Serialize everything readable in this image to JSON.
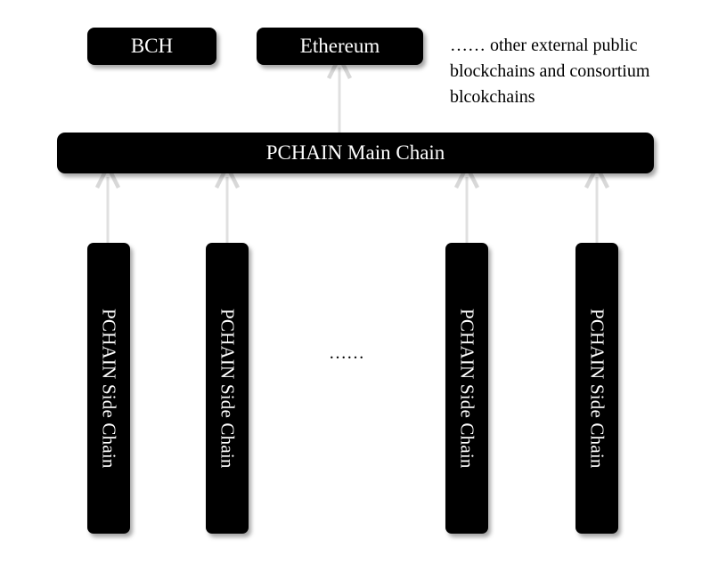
{
  "nodes": {
    "bch": "BCH",
    "ethereum": "Ethereum",
    "main_chain": "PCHAIN Main Chain",
    "side_chains": [
      "PCHAIN Side Chain",
      "PCHAIN Side Chain",
      "PCHAIN Side Chain",
      "PCHAIN Side Chain"
    ]
  },
  "external_note": "…… other external public\nblockchains   and consortium\nblcokchains",
  "side_chain_ellipsis": "……",
  "colors": {
    "box_fill": "#000000",
    "box_text": "#ffffff",
    "arrow": "#e0e0e0"
  }
}
